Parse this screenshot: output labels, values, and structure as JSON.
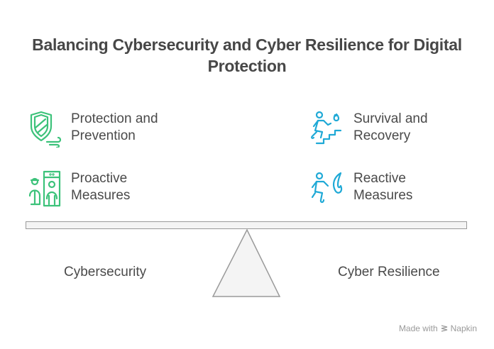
{
  "title": "Balancing Cybersecurity and Cyber Resilience for Digital Protection",
  "left": {
    "label": "Cybersecurity",
    "color": "#3cc27a",
    "items": [
      {
        "icon": "shield-wind-icon",
        "label": "Protection and Prevention"
      },
      {
        "icon": "security-scanner-icon",
        "label": "Proactive Measures"
      }
    ]
  },
  "right": {
    "label": "Cyber Resilience",
    "color": "#1fa9d6",
    "items": [
      {
        "icon": "person-escape-stairs-fire-icon",
        "label": "Survival and Recovery"
      },
      {
        "icon": "person-fleeing-fire-icon",
        "label": "Reactive Measures"
      }
    ]
  },
  "footer": {
    "made_with": "Made with",
    "brand": "Napkin"
  }
}
